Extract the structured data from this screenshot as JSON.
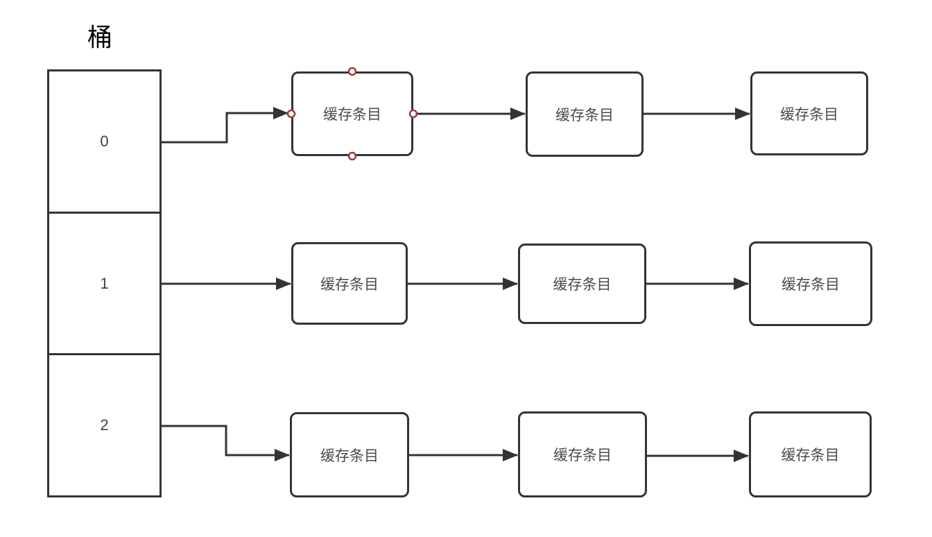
{
  "diagram": {
    "title": "桶",
    "bucket": {
      "cells": [
        {
          "label": "0"
        },
        {
          "label": "1"
        },
        {
          "label": "2"
        }
      ]
    },
    "rows": [
      {
        "bucket_cell": "0",
        "entries": [
          {
            "label": "缓存条目"
          },
          {
            "label": "缓存条目"
          },
          {
            "label": "缓存条目"
          }
        ]
      },
      {
        "bucket_cell": "1",
        "entries": [
          {
            "label": "缓存条目"
          },
          {
            "label": "缓存条目"
          },
          {
            "label": "缓存条目"
          }
        ]
      },
      {
        "bucket_cell": "2",
        "entries": [
          {
            "label": "缓存条目"
          },
          {
            "label": "缓存条目"
          },
          {
            "label": "缓存条目"
          }
        ]
      }
    ],
    "edges": [
      {
        "from": "bucket-cell-0",
        "to": "entry-0-0",
        "shape": "elbow-up"
      },
      {
        "from": "entry-0-0",
        "to": "entry-0-1",
        "shape": "straight"
      },
      {
        "from": "entry-0-1",
        "to": "entry-0-2",
        "shape": "straight"
      },
      {
        "from": "bucket-cell-1",
        "to": "entry-1-0",
        "shape": "straight"
      },
      {
        "from": "entry-1-0",
        "to": "entry-1-1",
        "shape": "straight"
      },
      {
        "from": "entry-1-1",
        "to": "entry-1-2",
        "shape": "straight"
      },
      {
        "from": "bucket-cell-2",
        "to": "entry-2-0",
        "shape": "elbow-down"
      },
      {
        "from": "entry-2-0",
        "to": "entry-2-1",
        "shape": "straight"
      },
      {
        "from": "entry-2-1",
        "to": "entry-2-2",
        "shape": "straight"
      }
    ],
    "selection": {
      "selected_node": "entry-0-0",
      "connection_handles": [
        "top",
        "left",
        "right",
        "bottom"
      ]
    },
    "colors": {
      "background": "#ffffff",
      "shape_stroke": "#333333",
      "node_text": "#4a4a4a",
      "title_text": "#000000",
      "handle_stroke": "#9b3a3a",
      "handle_fill": "#ffffff"
    }
  }
}
